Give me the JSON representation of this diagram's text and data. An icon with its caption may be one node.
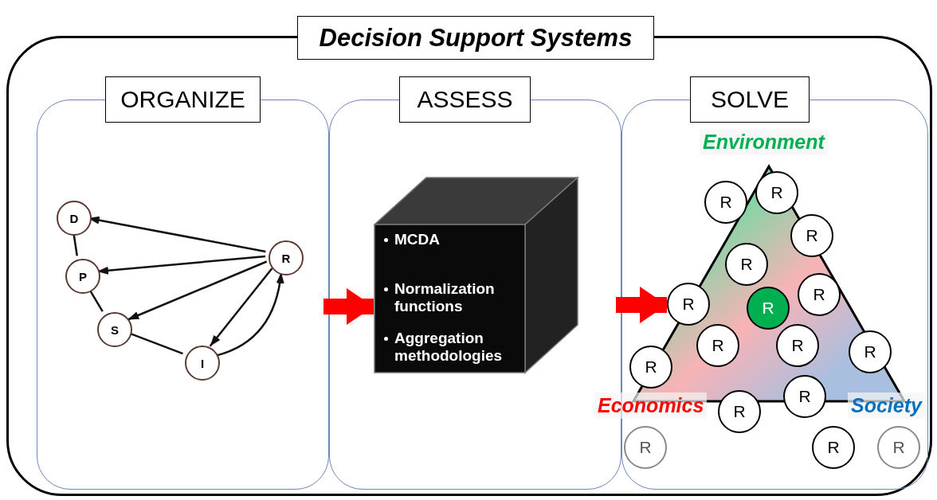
{
  "diagram": {
    "nodes": [
      {
        "text": [
          "Decision Support Systems"
        ]
      },
      {
        "text": [
          "ORGANIZE"
        ],
        "in": 0
      },
      {
        "text": [
          "ASSESS"
        ],
        "in": 0
      },
      {
        "text": [
          "SOLVE"
        ],
        "in": 0
      },
      {
        "text": [
          "D"
        ],
        "in": 1
      },
      {
        "text": [
          "P"
        ],
        "in": 1
      },
      {
        "text": [
          "S"
        ],
        "in": 1
      },
      {
        "text": [
          "I"
        ],
        "in": 1
      },
      {
        "text": [
          "R"
        ],
        "in": 1
      },
      {
        "text": [
          "MCDA",
          "Normalization functions",
          "Aggregation methodologies"
        ],
        "in": 2
      },
      {
        "text": [],
        "shape": "triangle",
        "in": 3
      },
      {
        "text": [
          "R"
        ],
        "in": 10
      },
      {
        "text": [
          "R"
        ],
        "in": 3
      },
      {
        "text": [
          "R"
        ],
        "in": 3
      },
      {
        "text": [
          "R"
        ],
        "in": 10
      },
      {
        "text": [
          "R"
        ],
        "in": 10
      },
      {
        "text": [
          "R"
        ],
        "in": 3
      },
      {
        "text": [
          "R"
        ],
        "in": 10
      },
      {
        "text": [
          "R"
        ],
        "in": 10
      },
      {
        "text": [
          "R"
        ],
        "in": 10
      },
      {
        "text": [
          "R"
        ],
        "in": 10
      },
      {
        "text": [
          "R"
        ],
        "in": 3
      },
      {
        "text": [
          "R"
        ],
        "in": 3
      },
      {
        "text": [
          "R"
        ],
        "in": 3
      },
      {
        "text": [
          "R"
        ],
        "in": 3
      },
      {
        "text": [
          "R"
        ],
        "in": 3
      },
      {
        "text": [
          "R"
        ],
        "in": 3
      }
    ],
    "edges": [
      {
        "from": 4,
        "to": 5,
        "arrow": "none"
      },
      {
        "from": 5,
        "to": 6,
        "arrow": "none"
      },
      {
        "from": 6,
        "to": 7,
        "arrow": "none"
      },
      {
        "from": 8,
        "to": 4,
        "arrow": "to"
      },
      {
        "from": 8,
        "to": 5,
        "arrow": "to"
      },
      {
        "from": 8,
        "to": 6,
        "arrow": "to"
      },
      {
        "from": 8,
        "to": 7,
        "arrow": "to"
      },
      {
        "from": 7,
        "to": 8,
        "arrow": "to"
      },
      {
        "from": 1,
        "to": 9,
        "arrow": "to",
        "style": "thick",
        "color": "#ff0000"
      },
      {
        "from": 2,
        "to": 16,
        "arrow": "to",
        "style": "thick",
        "color": "#ff0000"
      }
    ],
    "labels": [
      "Environment",
      "Economics",
      "Society"
    ]
  }
}
